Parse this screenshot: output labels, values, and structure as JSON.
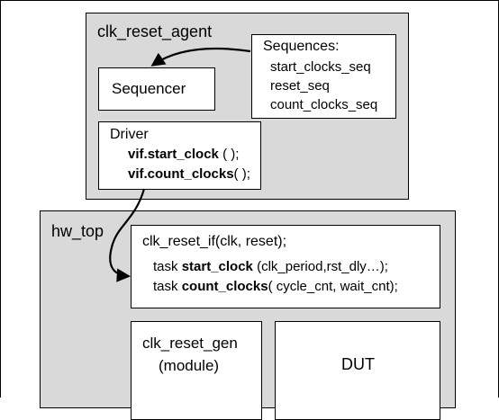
{
  "agent": {
    "title": "clk_reset_agent",
    "sequencer": "Sequencer",
    "sequences": {
      "heading": "Sequences:",
      "items": [
        "start_clocks_seq",
        "reset_seq",
        "count_clocks_seq"
      ]
    },
    "driver": {
      "title": "Driver",
      "line1_prefix": "vif.",
      "line1_bold": "start_clock",
      "line1_suffix": " ( );",
      "line2_bold": "vif.count_clocks",
      "line2_suffix": "( );"
    }
  },
  "hw_top": {
    "title": "hw_top",
    "interface": {
      "title": "clk_reset_if(clk, reset);",
      "task1_prefix": "task ",
      "task1_bold": "start_clock",
      "task1_suffix": " (clk_period,rst_dly…);",
      "task2_prefix": "task ",
      "task2_bold": "count_clocks",
      "task2_suffix": "( cycle_cnt, wait_cnt);"
    },
    "clk_gen": {
      "line1": "clk_reset_gen",
      "line2": "(module)"
    },
    "dut": "DUT"
  },
  "colors": {
    "container_fill": "#d9d9d9",
    "box_fill": "#ffffff",
    "stroke": "#000000"
  }
}
